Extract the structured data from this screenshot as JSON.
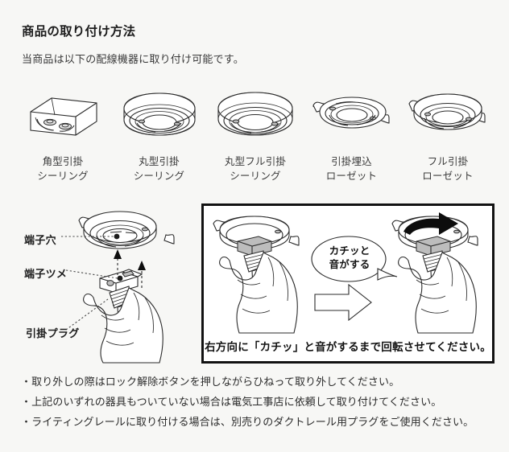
{
  "header": {
    "title": "商品の取り付け方法",
    "subtitle": "当商品は以下の配線機器に取り付け可能です。"
  },
  "fixtures": [
    {
      "icon": "square-ceiling-rose-icon",
      "line1": "角型引掛",
      "line2": "シーリング"
    },
    {
      "icon": "round-ceiling-rose-icon",
      "line1": "丸型引掛",
      "line2": "シーリング"
    },
    {
      "icon": "round-full-ceiling-rose-icon",
      "line1": "丸型フル引掛",
      "line2": "シーリング"
    },
    {
      "icon": "flush-rosette-icon",
      "line1": "引掛埋込",
      "line2": "ローゼット"
    },
    {
      "icon": "full-rosette-icon",
      "line1": "フル引掛",
      "line2": "ローゼット"
    }
  ],
  "callouts": {
    "terminal_hole": "端子穴",
    "terminal_claw": "端子ツメ",
    "hanging_plug": "引掛プラグ"
  },
  "panel": {
    "bubble_line1": "カチッと",
    "bubble_line2": "音がする",
    "caption": "右方向に「カチッ」と音がするまで回転させてください。"
  },
  "notes": [
    "・取り外しの際はロック解除ボタンを押しながらひねって取り外してください。",
    "・上記のいずれの器具もついていない場合は電気工事店に依頼して取り付けてください。",
    "・ライティングレールに取り付ける場合は、別売りのダクトレール用プラグをご使用ください。"
  ],
  "colors": {
    "background": "#f7f7f5",
    "ink": "#2b2b2b",
    "panel_border": "#121212",
    "panel_bg": "#ffffff"
  }
}
